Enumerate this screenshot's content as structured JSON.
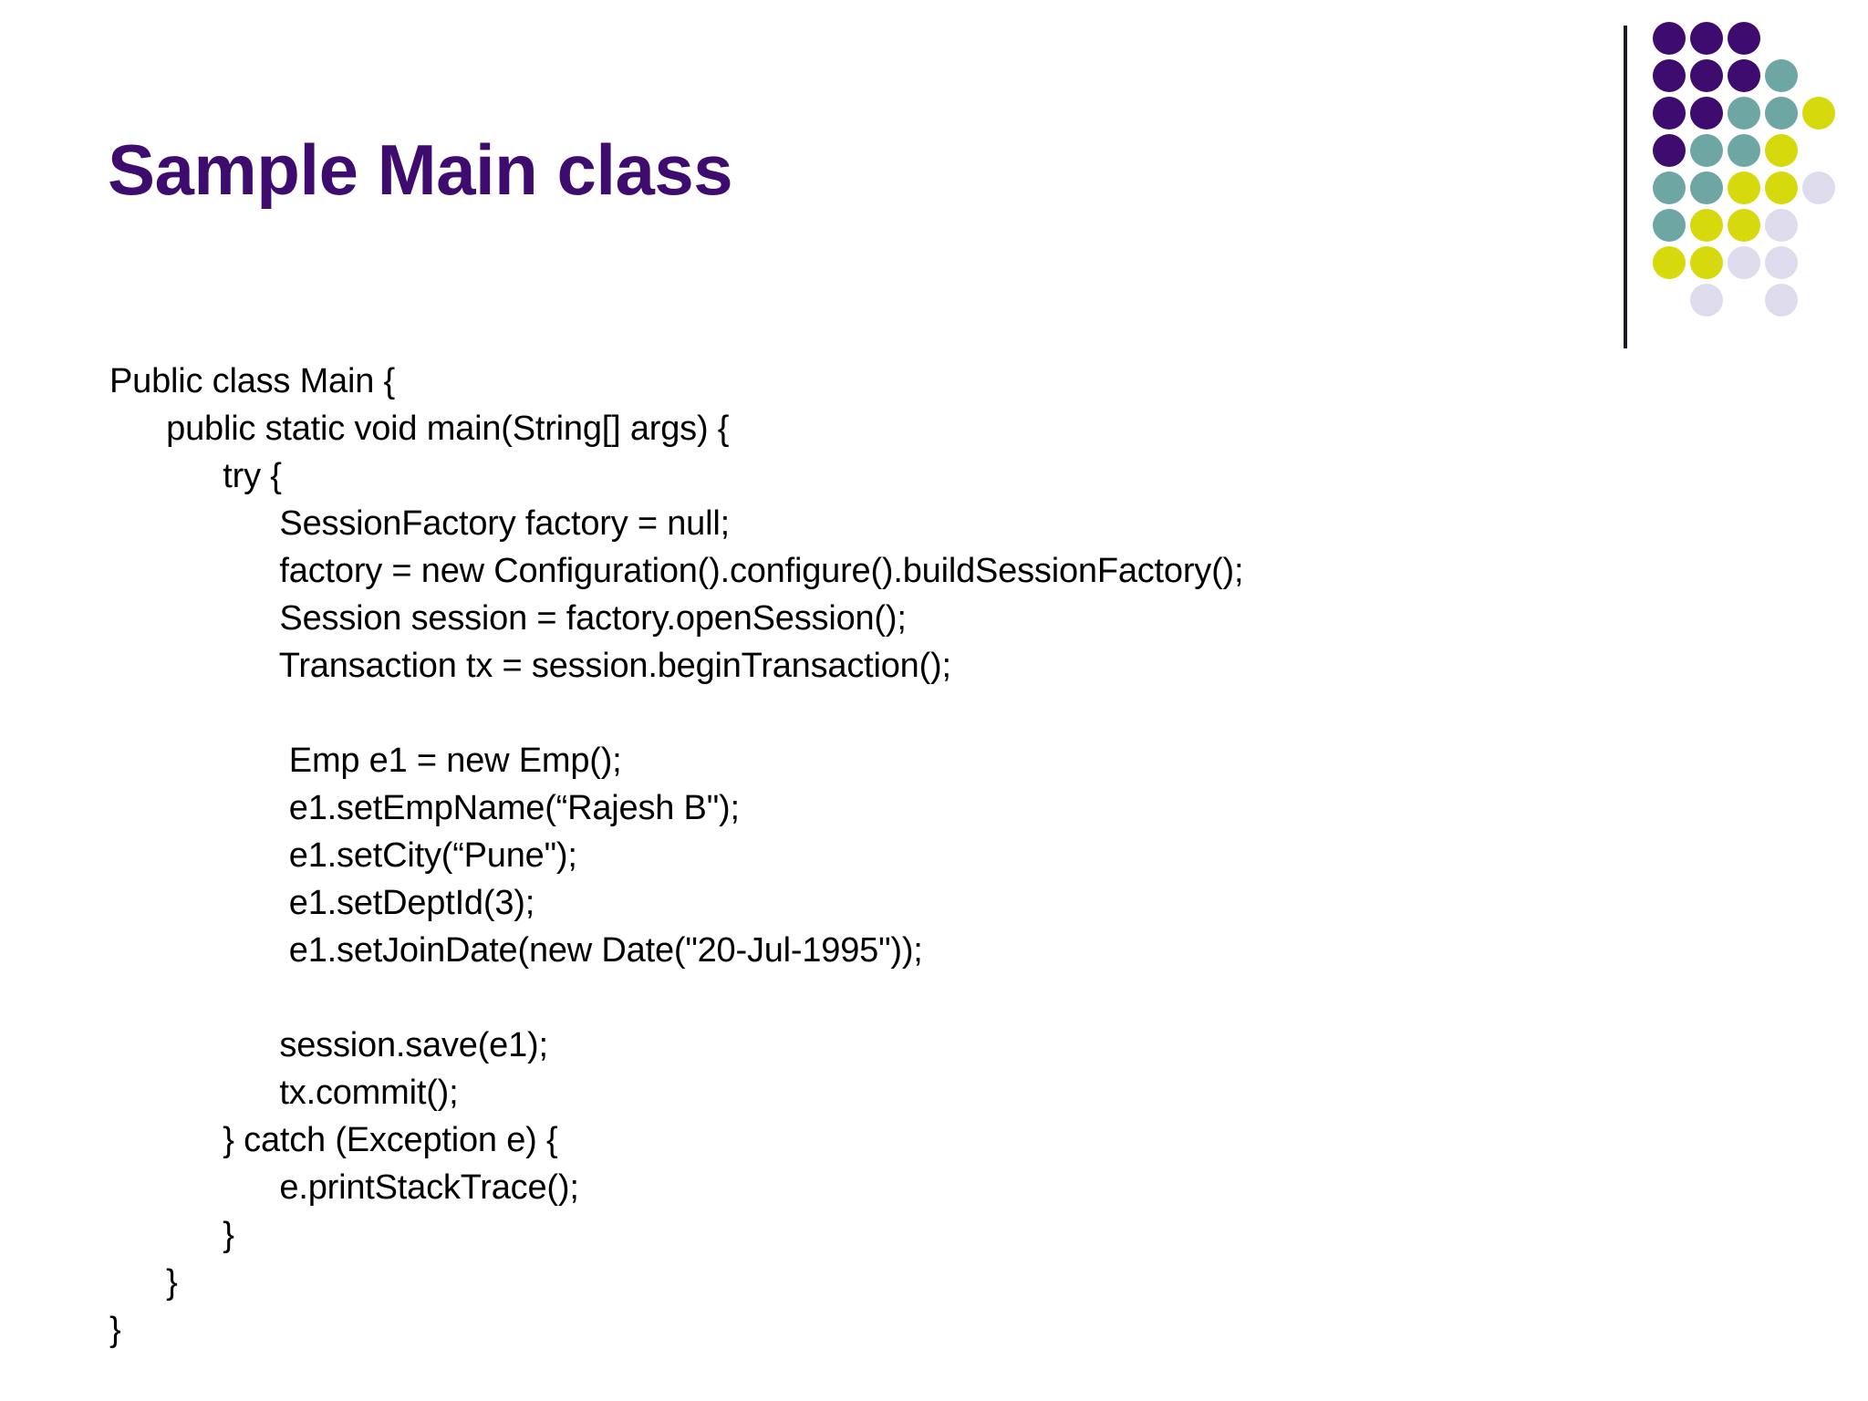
{
  "slide": {
    "title": "Sample Main class",
    "title_color": "#3E0B6E",
    "background_color": "#FFFFFF",
    "body_text_color": "#000000"
  },
  "logo": {
    "name": "dot-grid-logo",
    "colors": {
      "purple": "#3E0B6E",
      "teal": "#6EA6A3",
      "yellow": "#D6D90B",
      "lavender": "#DEDCEC",
      "rule": "#1A1A22"
    },
    "grid": [
      [
        "purple",
        "purple",
        "purple",
        null,
        null
      ],
      [
        "purple",
        "purple",
        "purple",
        "teal",
        null
      ],
      [
        "purple",
        "purple",
        "teal",
        "teal",
        "yellow"
      ],
      [
        "purple",
        "teal",
        "teal",
        "yellow",
        null
      ],
      [
        "teal",
        "teal",
        "yellow",
        "yellow",
        "lavender"
      ],
      [
        "teal",
        "yellow",
        "yellow",
        "lavender",
        null
      ],
      [
        "yellow",
        "yellow",
        "lavender",
        "lavender",
        null
      ],
      [
        null,
        "lavender",
        null,
        "lavender",
        null
      ]
    ]
  },
  "code": {
    "language": "java",
    "lines": [
      "Public class Main {",
      "      public static void main(String[] args) {",
      "            try {",
      "                  SessionFactory factory = null;",
      "                  factory = new Configuration().configure().buildSessionFactory();",
      "                  Session session = factory.openSession();",
      "                  Transaction tx = session.beginTransaction();",
      "",
      "                   Emp e1 = new Emp();",
      "                   e1.setEmpName(“Rajesh B\");",
      "                   e1.setCity(“Pune\");",
      "                   e1.setDeptId(3);",
      "                   e1.setJoinDate(new Date(\"20-Jul-1995\"));",
      "",
      "                  session.save(e1);",
      "                  tx.commit();",
      "            } catch (Exception e) {",
      "                  e.printStackTrace();",
      "            }",
      "      }",
      "}"
    ]
  }
}
